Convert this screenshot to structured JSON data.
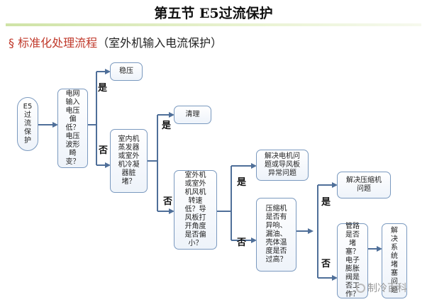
{
  "title": "第五节  E5过流保护",
  "subtitle": {
    "symbol": "§",
    "main": "标准化处理流程",
    "paren": "（室外机输入电流保护）"
  },
  "labels": {
    "yes": "是",
    "no": "否"
  },
  "nodes": {
    "start": "E5\n过\n流\n保\n护",
    "q1": "电网\n输入\n电压\n偏\n低？\n电压\n波形\n畸\n变？",
    "a1": "稳压",
    "q2": "室内机\n蒸发器\n或室外\n机冷凝\n器脏\n堵？",
    "a2": "清理",
    "q3": "室外机\n或室外\n机风机\n转速\n低？导\n风板打\n开角度\n是否偏\n小？",
    "a3": "解决电机问\n题或导风板\n异常问题",
    "q4": "压缩机\n是否有\n异响、\n漏油、\n壳体温\n度是否\n过高？",
    "a4": "解决压缩机\n问题",
    "q5": "管路\n是否\n堵\n塞？\n电子\n膨胀\n阀是\n否工\n作？",
    "a5": "解\n决\n系\n统\n堵\n塞\n问\n题"
  },
  "watermark": "制冷百科"
}
